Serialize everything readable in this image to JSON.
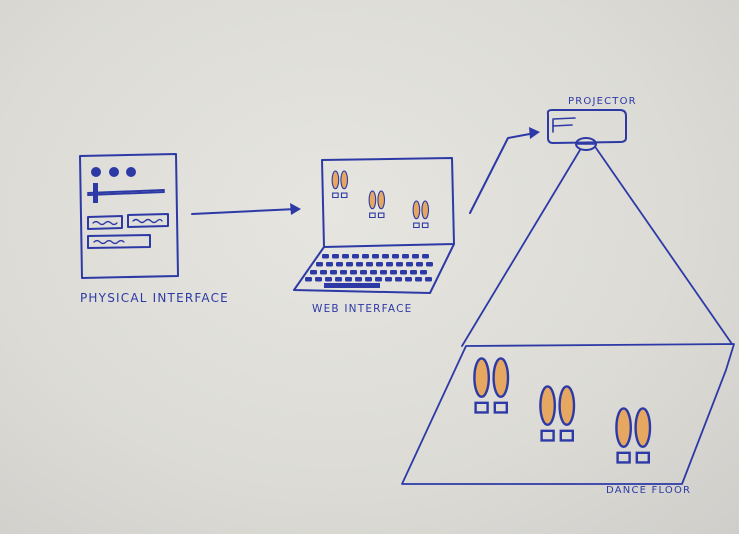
{
  "labels": {
    "physical_interface": "PHYSICAL INTERFACE",
    "web_interface": "WEB INTERFACE",
    "projector": "PROJECTOR",
    "dance_floor": "DANCE FLOOR"
  },
  "colors": {
    "ink": "#2d3aa6",
    "footprint_fill": "#e6a860",
    "paper": "#dddcd7"
  },
  "icons": [
    "knob-icon",
    "slider-icon",
    "text-field-icon",
    "laptop-icon",
    "keyboard-icon",
    "footprint-icon",
    "projector-lens-icon",
    "arrow-icon"
  ]
}
